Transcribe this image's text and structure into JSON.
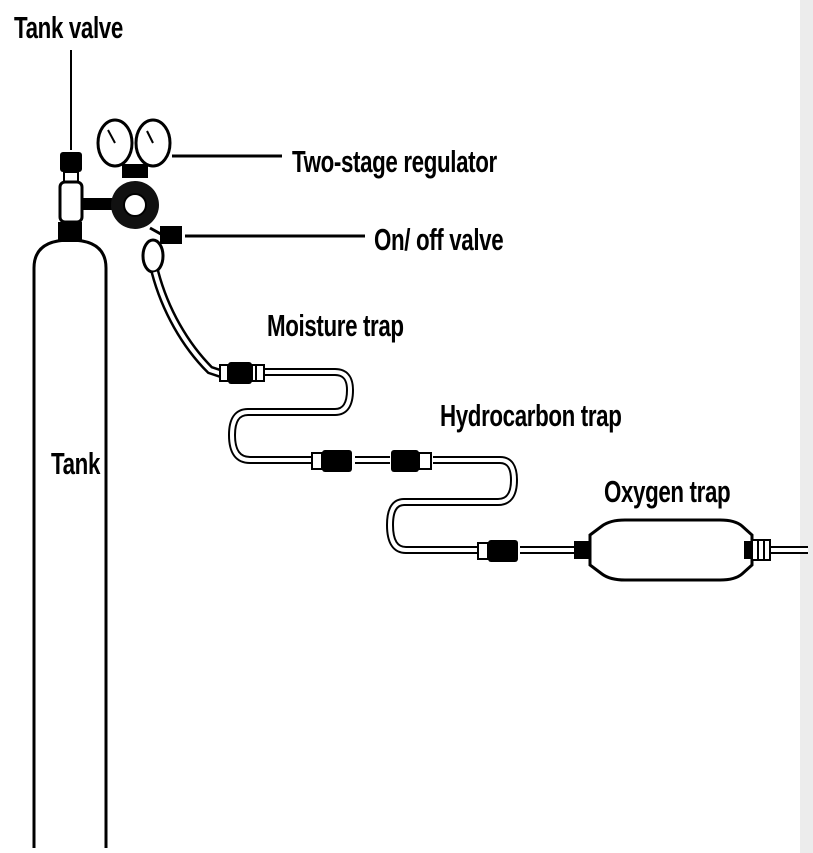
{
  "labels": {
    "tank_valve": "Tank valve",
    "regulator": "Two-stage regulator",
    "on_off_valve": "On/ off valve",
    "moisture_trap": "Moisture trap",
    "hydrocarbon_trap": "Hydrocarbon trap",
    "oxygen_trap": "Oxygen trap",
    "tank": "Tank"
  },
  "colors": {
    "ink": "#000000",
    "background": "#ffffff",
    "edge_shadow": "#e6e6e6"
  }
}
